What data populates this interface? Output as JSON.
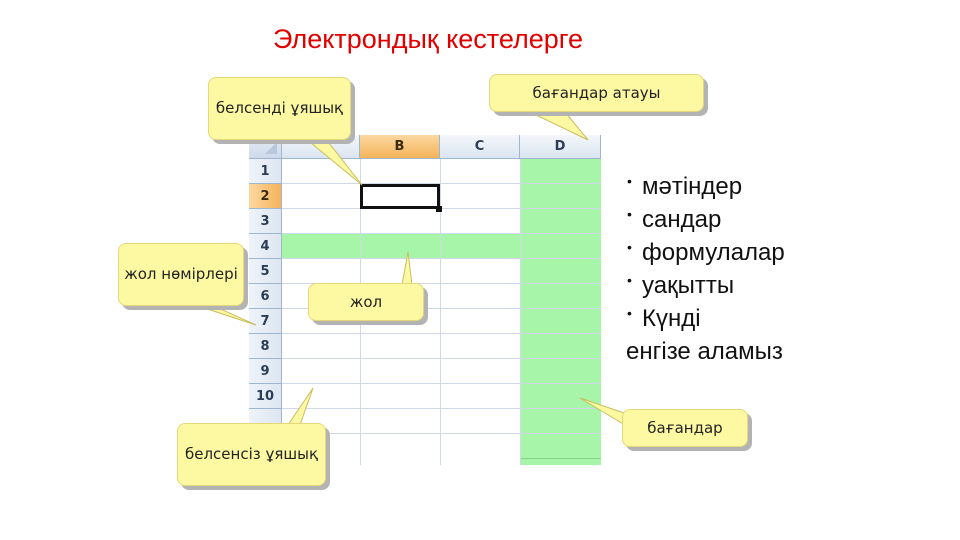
{
  "title": "Электрондық кестелерге",
  "sheet": {
    "columns": [
      "B",
      "C",
      "D"
    ],
    "rows": [
      "1",
      "2",
      "3",
      "4",
      "5",
      "6",
      "7",
      "8",
      "9",
      "10"
    ],
    "active_column": "B",
    "active_row": "2",
    "highlight_row": "4",
    "highlight_column": "D",
    "highlight_color": "#a6f5a8"
  },
  "callouts": {
    "active_cell": "белсенді ұяшық",
    "column_names": "бағандар атауы",
    "row_numbers": "жол нөмірлері",
    "row": "жол",
    "inactive_cell": "белсенсіз ұяшық",
    "columns": "бағандар"
  },
  "bullets": {
    "items": [
      "мәтіндер",
      "сандар",
      "формулалар",
      "уақытты",
      "Күнді"
    ],
    "continuation": "енгізе аламыз"
  },
  "colors": {
    "title": "#e00000",
    "callout_fill": "#fdf9a2",
    "active_header": "#f5b35a"
  }
}
